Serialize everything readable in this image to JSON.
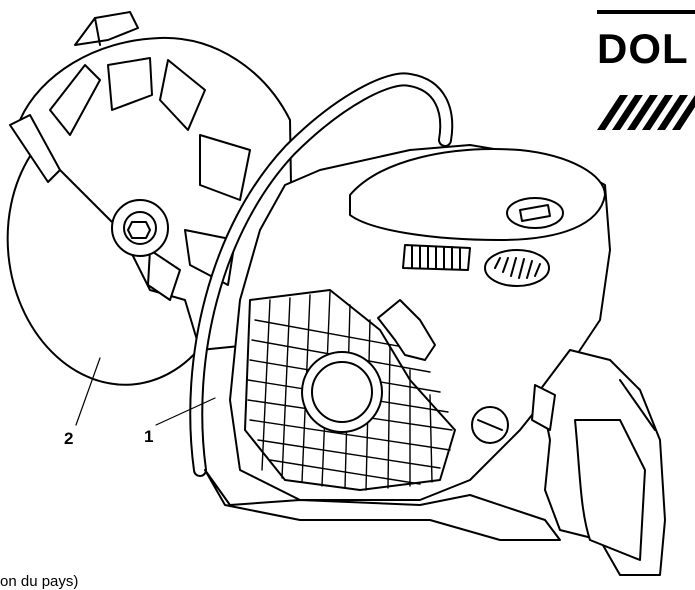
{
  "brand": {
    "logo_text": "DOL"
  },
  "callouts": {
    "label_1": "1",
    "label_2": "2"
  },
  "footer": {
    "text_fragment": "on du pays)"
  },
  "colors": {
    "line": "#000000",
    "fill": "#ffffff",
    "shade": "#d9d9d9"
  },
  "icons": {
    "illustration": "power-cutter-illustration",
    "logo_stripes": "hatched-stripes-icon"
  }
}
